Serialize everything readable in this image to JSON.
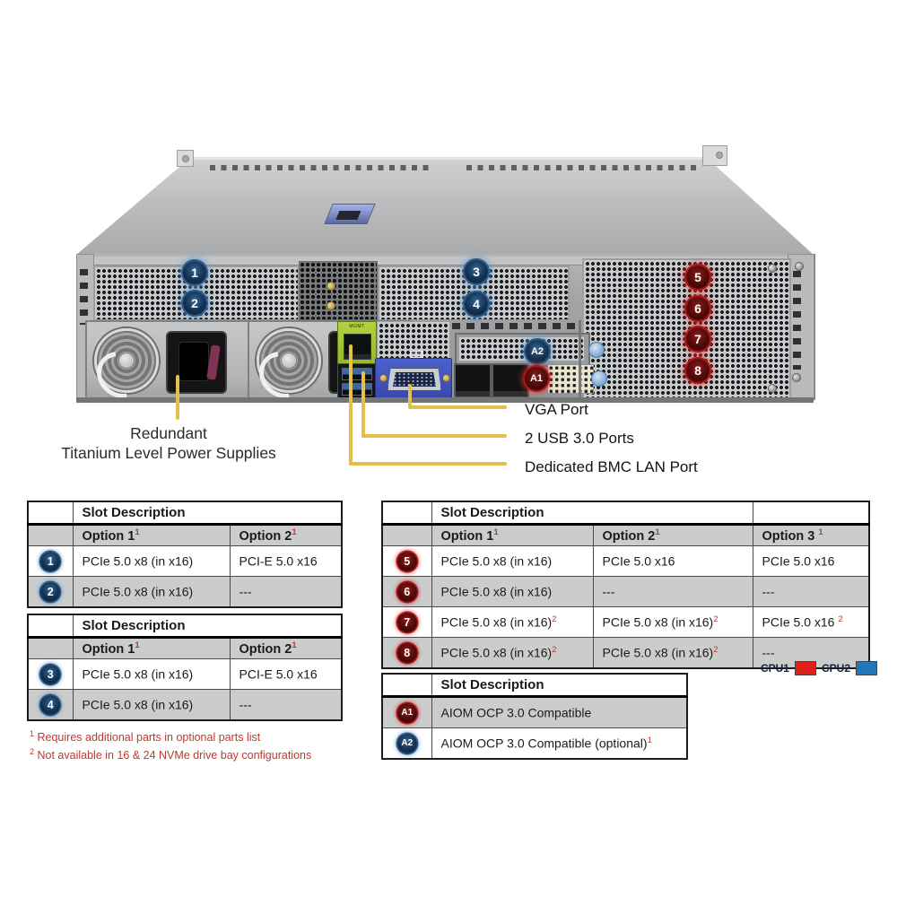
{
  "diagram": {
    "bmc_port_label": "MGMT",
    "callouts": {
      "vga": "VGA Port",
      "usb": "2 USB 3.0 Ports",
      "bmc": "Dedicated BMC LAN Port",
      "psu_line1": "Redundant",
      "psu_line2": "Titanium Level Power Supplies"
    },
    "markers": {
      "s1": "1",
      "s2": "2",
      "s3": "3",
      "s4": "4",
      "s5": "5",
      "s6": "6",
      "s7": "7",
      "s8": "8",
      "a1": "A1",
      "a2": "A2"
    }
  },
  "tables": {
    "slot_header": "Slot Description",
    "left1": {
      "cols": [
        {
          "t": "Option 1",
          "s": "1"
        },
        {
          "t": "Option 2",
          "s": "1"
        }
      ],
      "rows": [
        {
          "m": "1",
          "c1": {
            "t": "PCIe 5.0 x8 (in x16)",
            "s": ""
          },
          "c2": {
            "t": "PCI-E 5.0 x16",
            "s": ""
          }
        },
        {
          "m": "2",
          "c1": {
            "t": "PCIe 5.0 x8 (in x16)",
            "s": ""
          },
          "c2": {
            "t": "---",
            "s": ""
          }
        }
      ]
    },
    "left2": {
      "cols": [
        {
          "t": "Option 1",
          "s": "1"
        },
        {
          "t": "Option 2",
          "s": "1"
        }
      ],
      "rows": [
        {
          "m": "3",
          "c1": {
            "t": "PCIe 5.0 x8 (in x16)",
            "s": ""
          },
          "c2": {
            "t": "PCI-E 5.0 x16",
            "s": ""
          }
        },
        {
          "m": "4",
          "c1": {
            "t": "PCIe 5.0 x8 (in x16)",
            "s": ""
          },
          "c2": {
            "t": "---",
            "s": ""
          }
        }
      ]
    },
    "right": {
      "cols": [
        {
          "t": "Option 1",
          "s": "1"
        },
        {
          "t": "Option 2",
          "s": "1"
        },
        {
          "t": "Option 3 ",
          "s": "1"
        }
      ],
      "rows": [
        {
          "m": "5",
          "c1": {
            "t": "PCIe 5.0 x8 (in x16)",
            "s": ""
          },
          "c2": {
            "t": "PCIe 5.0 x16",
            "s": ""
          },
          "c3": {
            "t": "PCIe 5.0 x16",
            "s": ""
          }
        },
        {
          "m": "6",
          "c1": {
            "t": "PCIe 5.0 x8 (in x16)",
            "s": ""
          },
          "c2": {
            "t": "---",
            "s": ""
          },
          "c3": {
            "t": "---",
            "s": ""
          }
        },
        {
          "m": "7",
          "c1": {
            "t": "PCIe 5.0 x8 (in x16)",
            "s": "2"
          },
          "c2": {
            "t": "PCIe 5.0 x8 (in x16)",
            "s": "2"
          },
          "c3": {
            "t": "PCIe 5.0 x16 ",
            "s": "2"
          }
        },
        {
          "m": "8",
          "c1": {
            "t": "PCIe 5.0 x8 (in x16)",
            "s": "2"
          },
          "c2": {
            "t": "PCIe 5.0 x8 (in x16)",
            "s": "2"
          },
          "c3": {
            "t": "---",
            "s": ""
          }
        }
      ]
    },
    "aiom": {
      "rows": [
        {
          "m": "A1",
          "c1": {
            "t": "AIOM OCP 3.0 Compatible",
            "s": ""
          }
        },
        {
          "m": "A2",
          "c1": {
            "t": "AIOM OCP 3.0 Compatible (optional)",
            "s": "1"
          }
        }
      ]
    }
  },
  "legend": {
    "cpu1": "CPU1",
    "cpu1_color": "#e01f1f",
    "cpu2": "CPU2",
    "cpu2_color": "#2377b8"
  },
  "footnotes": [
    {
      "s": "1",
      "t": "Requires additional parts in optional parts list"
    },
    {
      "s": "2",
      "t": "Not available in 16 & 24 NVMe drive bay configurations"
    }
  ]
}
